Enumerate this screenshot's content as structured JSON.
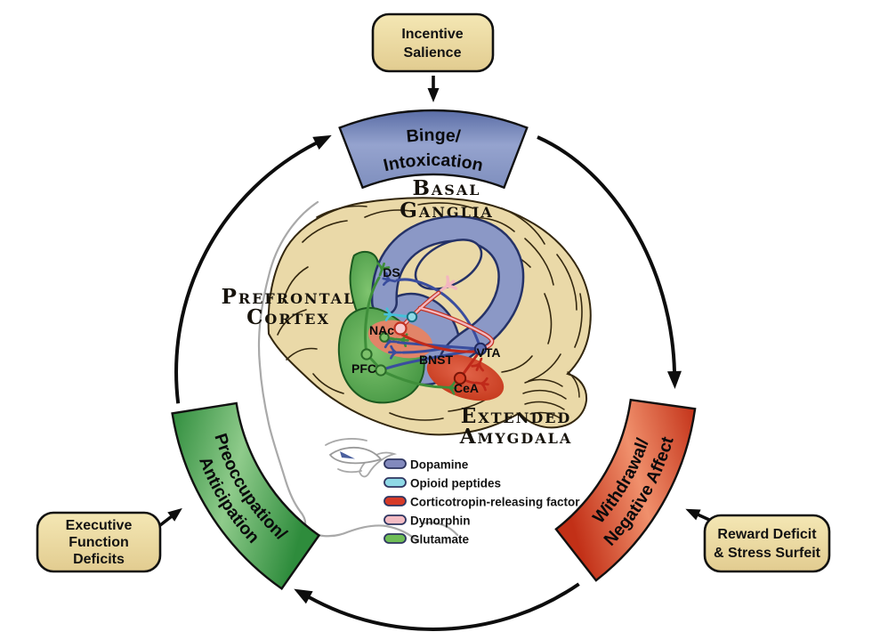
{
  "stages": {
    "binge": {
      "line1": "Binge/",
      "line2": "Intoxication"
    },
    "withdrawal": {
      "line1": "Withdrawal/",
      "line2": "Negative Affect"
    },
    "preoccupation": {
      "line1": "Preoccupation/",
      "line2": "Anticipation"
    }
  },
  "callouts": {
    "incentive": {
      "line1": "Incentive",
      "line2": "Salience"
    },
    "executive": {
      "line1": "Executive",
      "line2": "Function",
      "line3": "Deficits"
    },
    "reward": {
      "line1": "Reward Deficit",
      "line2": "& Stress Surfeit"
    }
  },
  "regions": {
    "basal_ganglia": {
      "line1": "Basal",
      "line2": "Ganglia"
    },
    "prefrontal_cortex": {
      "line1": "Prefrontal",
      "line2": "Cortex"
    },
    "extended_amygdala": {
      "line1": "Extended",
      "line2": "Amygdala"
    }
  },
  "structures": {
    "ds": "DS",
    "nac": "NAc",
    "pfc": "PFC",
    "bnst": "BNST",
    "vta": "VTA",
    "cea": "CeA"
  },
  "legend": {
    "items": [
      {
        "label": "Dopamine",
        "color": "#8289bd"
      },
      {
        "label": "Opioid peptides",
        "color": "#8fd9e6"
      },
      {
        "label": "Corticotropin-releasing factor",
        "color": "#d63a28"
      },
      {
        "label": "Dynorphin",
        "color": "#f4bcc4"
      },
      {
        "label": "Glutamate",
        "color": "#6fbd57"
      }
    ]
  },
  "pathway_colors": {
    "dopamine": "#3a4d9e",
    "opioid_peptides": "#45c0d8",
    "crf": "#c0291a",
    "dynorphin": "#f3b7bf",
    "glutamate": "#3e8e3a"
  },
  "colors": {
    "banner_binge_top": "#5a6da6",
    "banner_binge_mid": "#95a3ce",
    "banner_binge_bottom": "#7f8fbe",
    "banner_preoccupation_edge": "#2e8c3c",
    "banner_preoccupation_mid": "#8fcb8b",
    "banner_withdrawal_edge": "#c23017",
    "banner_withdrawal_mid": "#f0906c",
    "callout_fill_top": "#f4e7b4",
    "callout_fill_bottom": "#e2cc90",
    "brain_fill": "#ead9a8",
    "pfc_region_dark": "#3c8f3c",
    "pfc_region_light": "#7fc46f",
    "striatum": "#8b98c6",
    "nac_region": "#e28468",
    "amygdala_dark": "#bf2f12",
    "amygdala_light": "#e2654a"
  }
}
